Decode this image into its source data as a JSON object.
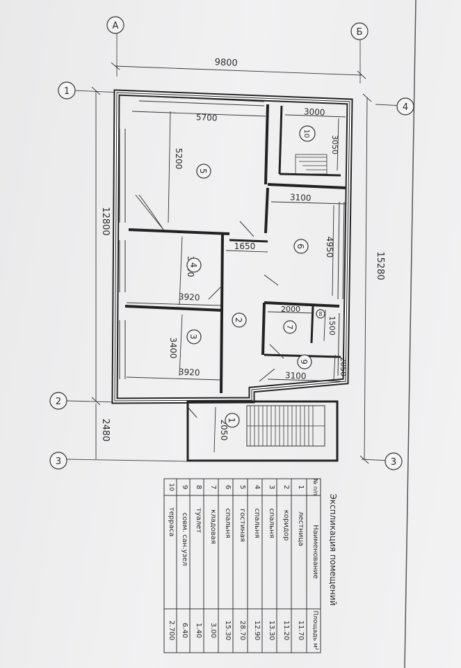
{
  "axes": {
    "letters": [
      "А",
      "Б"
    ],
    "numbers_left": [
      "1",
      "2",
      "3"
    ],
    "numbers_right": [
      "4",
      "3"
    ]
  },
  "dimensions": {
    "overall_width": "9800",
    "overall_length": "12800",
    "overall_right": "15280",
    "bottom_stair": "2480",
    "room5_width": "5700",
    "room5_length": "5200",
    "room10_width": "3000",
    "room10_length": "3050",
    "room6_width": "3100",
    "room6_length": "4950",
    "corr_1650": "1650",
    "room4_length": "3300",
    "room4_width": "3920",
    "room3_length": "3400",
    "room3_width": "3920",
    "room7_width": "2000",
    "room8_width": "1500",
    "room9_width": "3100",
    "room9_length": "2050",
    "stair_length": "2050"
  },
  "room_numbers": [
    "1",
    "2",
    "3",
    "4",
    "5",
    "6",
    "7",
    "8",
    "9",
    "10"
  ],
  "explication": {
    "title": "Экспликация помещений",
    "headers": [
      "№ п/п",
      "Наименование",
      "Площадь м²"
    ],
    "rows": [
      [
        "1",
        "лестница",
        "11.70"
      ],
      [
        "2",
        "коридор",
        "11.20"
      ],
      [
        "3",
        "спальня",
        "13.30"
      ],
      [
        "4",
        "спальня",
        "12.90"
      ],
      [
        "5",
        "гостиная",
        "28.70"
      ],
      [
        "6",
        "спальня",
        "15.30"
      ],
      [
        "7",
        "кладовая",
        "3.00"
      ],
      [
        "8",
        "туалет",
        "1.40"
      ],
      [
        "9",
        "совм. сан.узел",
        "6.40"
      ],
      [
        "10",
        "терраса",
        "2.700"
      ]
    ]
  }
}
